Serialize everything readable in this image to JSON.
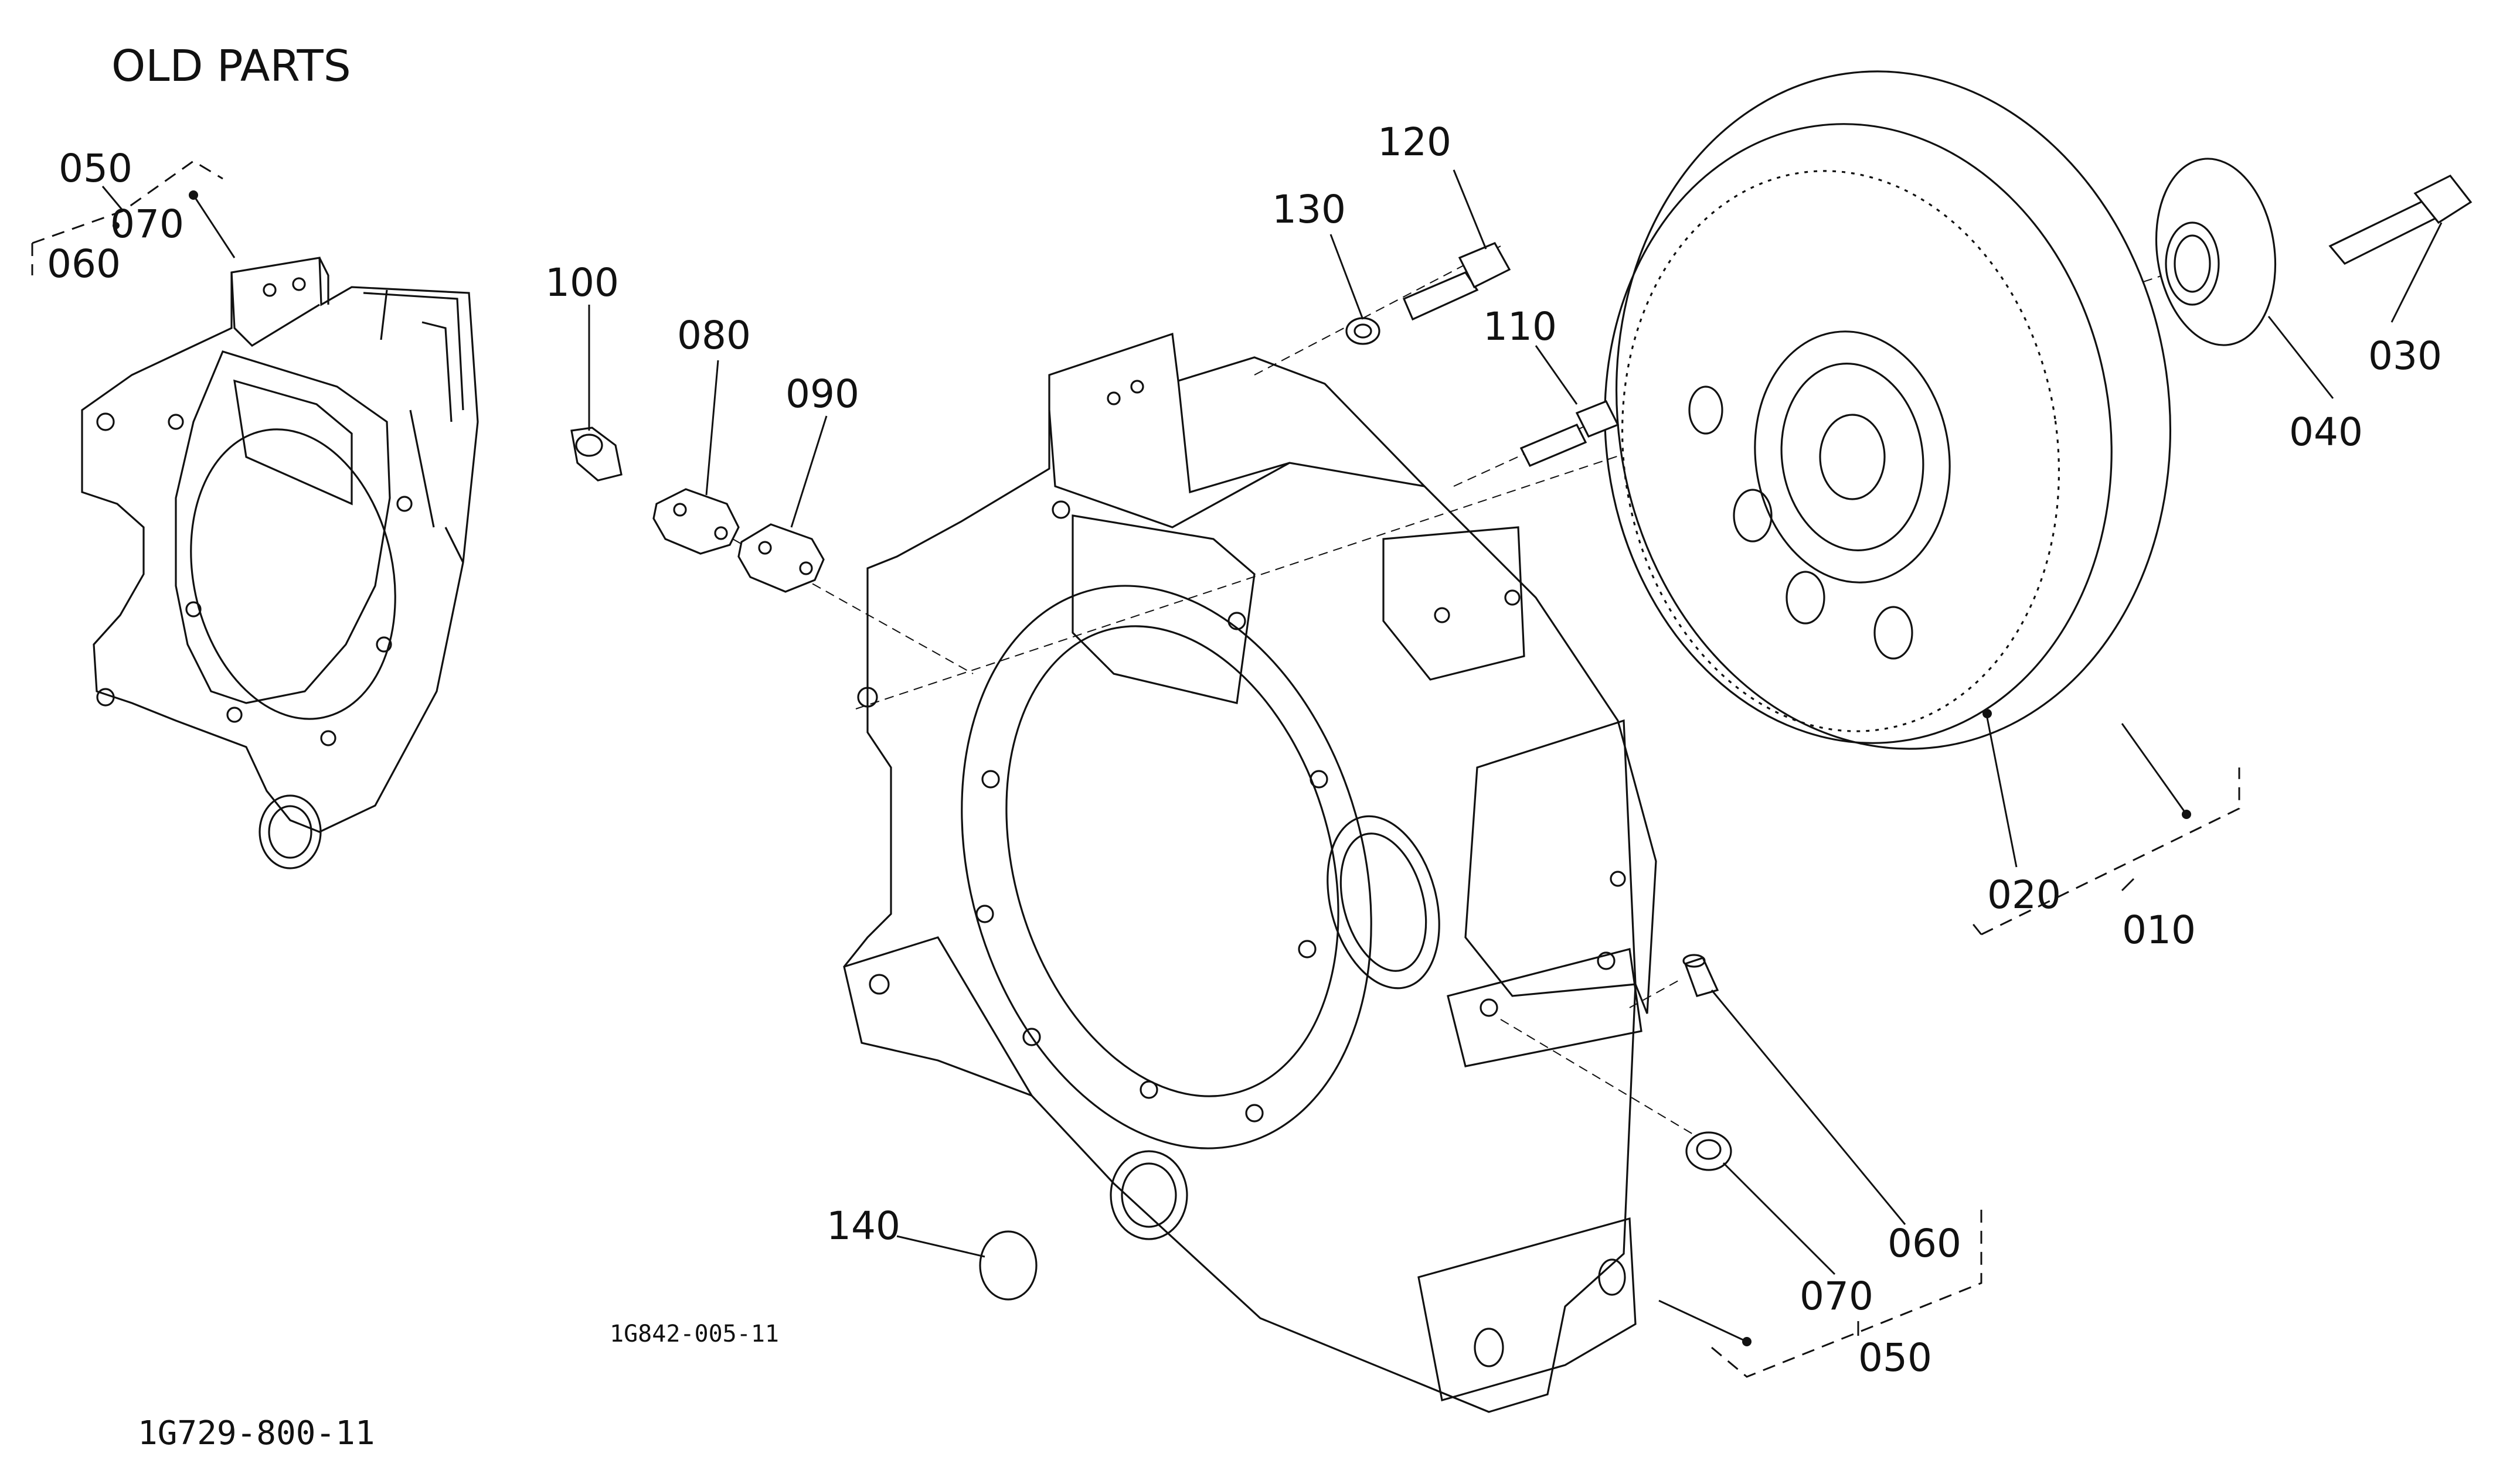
{
  "title": "OLD PARTS",
  "drawing_number": "1G842-005-11",
  "figure_number": "1G729-800-11",
  "callouts": {
    "p010": "010",
    "p020": "020",
    "p030": "030",
    "p040": "040",
    "p050": "050",
    "p060": "060",
    "p070": "070",
    "p080": "080",
    "p090": "090",
    "p100": "100",
    "p110": "110",
    "p120": "120",
    "p130": "130",
    "p140": "140",
    "old_050": "050",
    "old_060": "060",
    "old_070": "070"
  }
}
